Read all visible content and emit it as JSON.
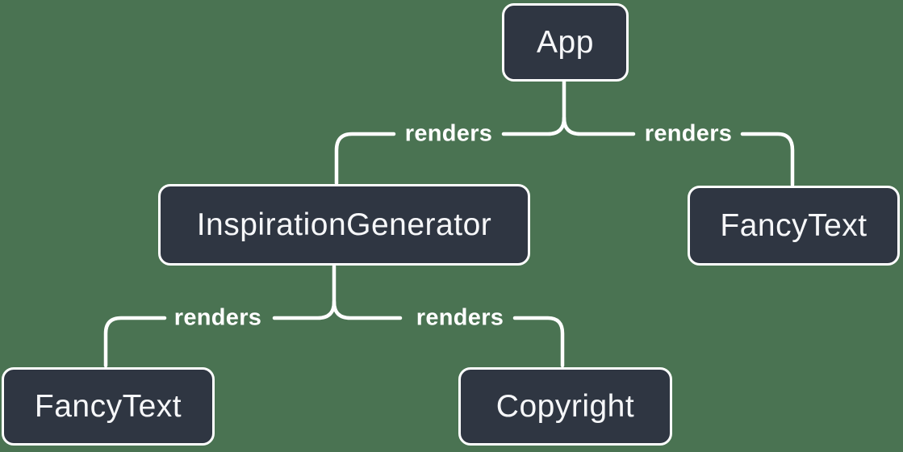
{
  "diagram": {
    "type": "tree",
    "colors": {
      "background": "#4a7352",
      "node_fill": "#2f3642",
      "node_border": "#ffffff",
      "edge_line": "#ffffff",
      "text": "#f6f7f9"
    },
    "nodes": [
      {
        "id": "app",
        "label": "App"
      },
      {
        "id": "inspiration-generator",
        "label": "InspirationGenerator"
      },
      {
        "id": "fancy-text-top",
        "label": "FancyText"
      },
      {
        "id": "fancy-text-bottom",
        "label": "FancyText"
      },
      {
        "id": "copyright",
        "label": "Copyright"
      }
    ],
    "edges": [
      {
        "from": "App",
        "to": "InspirationGenerator",
        "label": "renders"
      },
      {
        "from": "App",
        "to": "FancyText",
        "label": "renders"
      },
      {
        "from": "InspirationGenerator",
        "to": "FancyText",
        "label": "renders"
      },
      {
        "from": "InspirationGenerator",
        "to": "Copyright",
        "label": "renders"
      }
    ]
  }
}
